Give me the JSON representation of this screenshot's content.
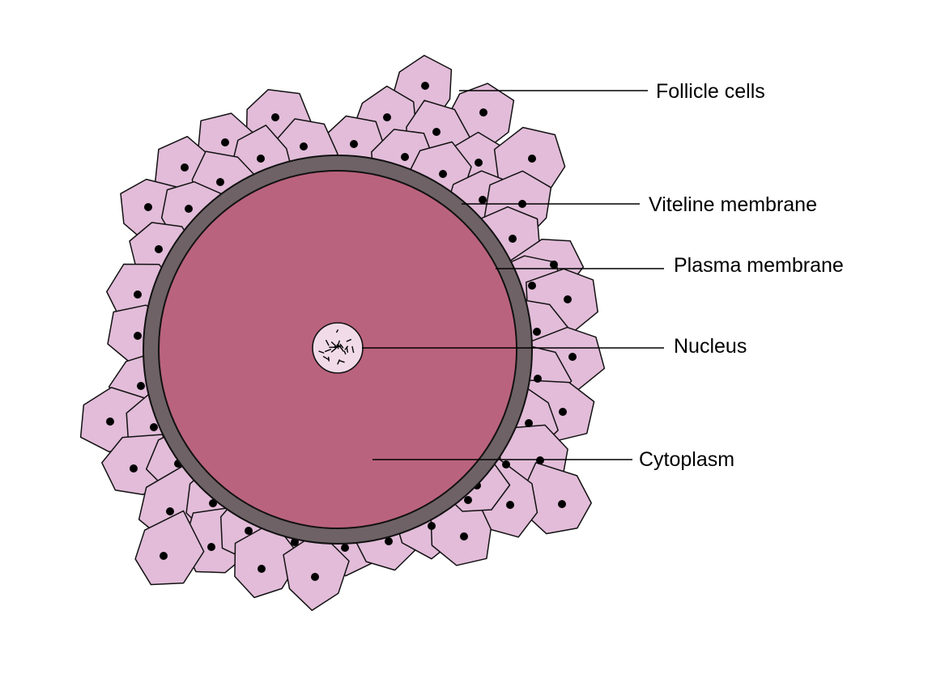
{
  "labels": {
    "follicle_cells": "Follicle cells",
    "viteline_membrane": "Viteline membrane",
    "plasma_membrane": "Plasma membrane",
    "nucleus": "Nucleus",
    "cytoplasm": "Cytoplasm"
  },
  "colors": {
    "follicle_cell_fill": "#e2bcd9",
    "viteline_membrane": "#6e6266",
    "cytoplasm": "#ba637e",
    "nucleus_fill": "#f2dbe9",
    "outline": "#111111"
  }
}
